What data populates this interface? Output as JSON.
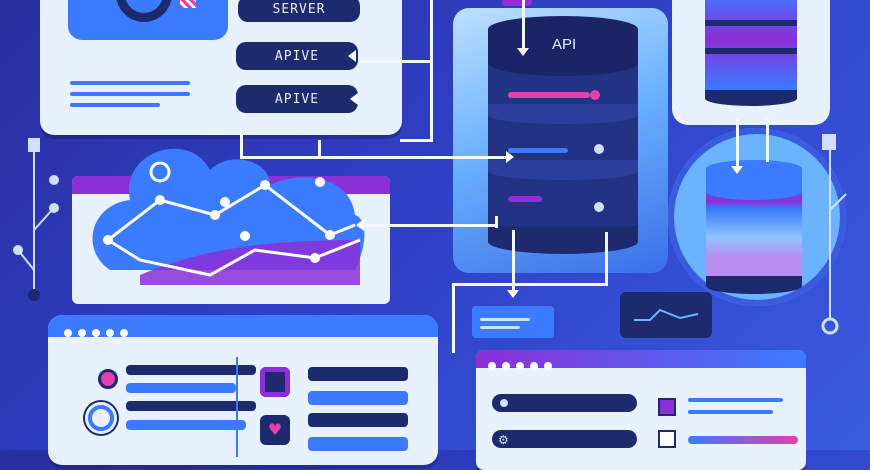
{
  "labels": {
    "server": "SERVER",
    "apive_1": "APIVE",
    "apive_2": "APIVE",
    "api": "API"
  },
  "colors": {
    "background": "#2e3fc4",
    "panel": "#e8f2ff",
    "navy": "#1e2a6e",
    "accent_purple": "#8b2fd6",
    "accent_pink": "#e43fae",
    "accent_blue": "#3a7bff",
    "line": "#f4f7ff"
  },
  "icons": [
    "gauge-icon",
    "cloud-icon",
    "database-icon",
    "lock-icon",
    "heart-icon",
    "gear-icon",
    "network-icon"
  ]
}
